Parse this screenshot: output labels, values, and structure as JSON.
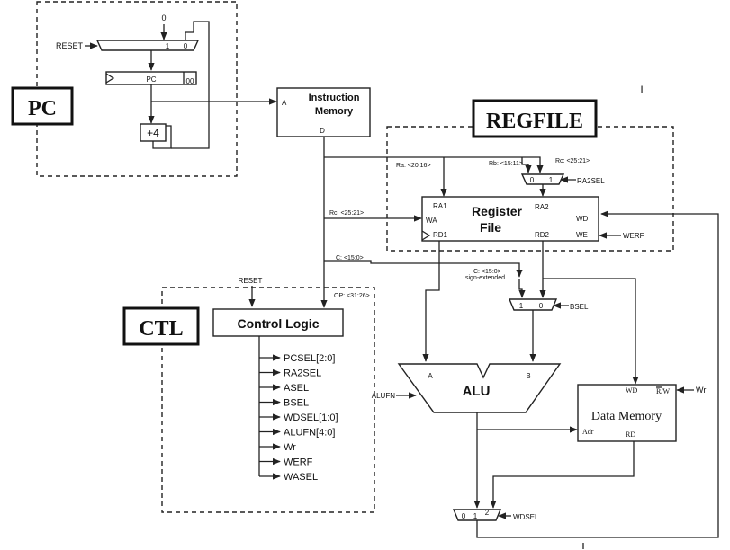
{
  "sections": {
    "pc": "PC",
    "regfile": "REGFILE",
    "ctl": "CTL"
  },
  "pc_block": {
    "reset": "RESET",
    "zero_const": "0",
    "mux_in1": "1",
    "mux_in0": "0",
    "pc_reg": "PC",
    "pc_lowbits": "00",
    "adder": "+4"
  },
  "imem": {
    "title_line1": "Instruction",
    "title_line2": "Memory",
    "port_a": "A",
    "port_d": "D"
  },
  "regfile": {
    "ra_field": "Ra: <20:16>",
    "rb_field": "Rb: <15:11>",
    "rc_field_top": "Rc: <25:21>",
    "ra2sel_mux_in0": "0",
    "ra2sel_mux_in1": "1",
    "ra2sel": "RA2SEL",
    "rc_field_wa": "Rc: <25:21>",
    "title_line1": "Register",
    "title_line2": "File",
    "ra1": "RA1",
    "ra2": "RA2",
    "wa": "WA",
    "wd": "WD",
    "rd1": "RD1",
    "rd2": "RD2",
    "we": "WE",
    "werf": "WERF"
  },
  "datapath": {
    "c_field": "C: <15:0>",
    "c_field_sx1": "C: <15:0>",
    "c_field_sx2": "sign-extended",
    "bsel_in1": "1",
    "bsel_in0": "0",
    "bsel": "BSEL",
    "op_field": "OP: <31:26>"
  },
  "alu": {
    "title": "ALU",
    "in_a": "A",
    "in_b": "B",
    "alufn": "ALUFN"
  },
  "dmem": {
    "title": "Data Memory",
    "wd": "WD",
    "rw": "R/W",
    "wr": "Wr",
    "adr": "Adr",
    "rd": "RD"
  },
  "wdsel_mux": {
    "in0": "0",
    "in1": "1",
    "in2": "2",
    "label": "WDSEL"
  },
  "ctl": {
    "reset": "RESET",
    "title": "Control Logic",
    "outputs": [
      "PCSEL[2:0]",
      "RA2SEL",
      "ASEL",
      "BSEL",
      "WDSEL[1:0]",
      "ALUFN[4:0]",
      "Wr",
      "WERF",
      "WASEL"
    ]
  }
}
